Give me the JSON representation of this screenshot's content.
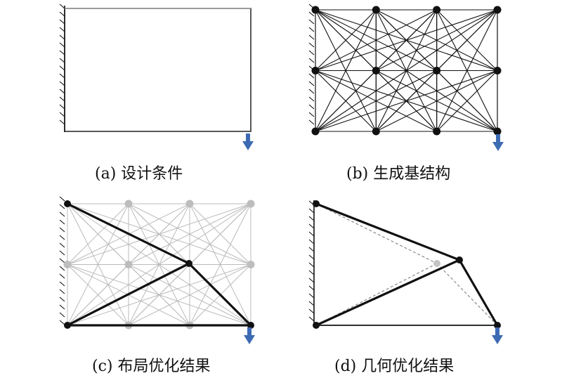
{
  "panels": [
    {
      "id": "a",
      "caption": "(a) 设计条件"
    },
    {
      "id": "b",
      "caption": "(b) 生成基结构"
    },
    {
      "id": "c",
      "caption": "(c) 布局优化结果"
    },
    {
      "id": "d",
      "caption": "(d) 几何优化结果"
    }
  ],
  "colors": {
    "line": "#111111",
    "ghost": "#bbbbbb",
    "ghost_node": "#bdbdbd",
    "arrow": "#3d6bb3"
  },
  "ground_structure": {
    "columns": 4,
    "rows": 3
  }
}
